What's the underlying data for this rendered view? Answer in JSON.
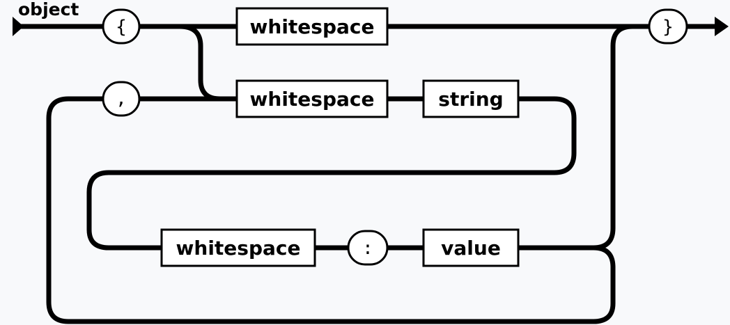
{
  "diagram": {
    "title": "object",
    "nodes": {
      "open_brace": "{",
      "close_brace": "}",
      "comma": ",",
      "colon": ":",
      "whitespace_top": "whitespace",
      "whitespace_mid": "whitespace",
      "string": "string",
      "whitespace_bottom": "whitespace",
      "value": "value"
    }
  }
}
